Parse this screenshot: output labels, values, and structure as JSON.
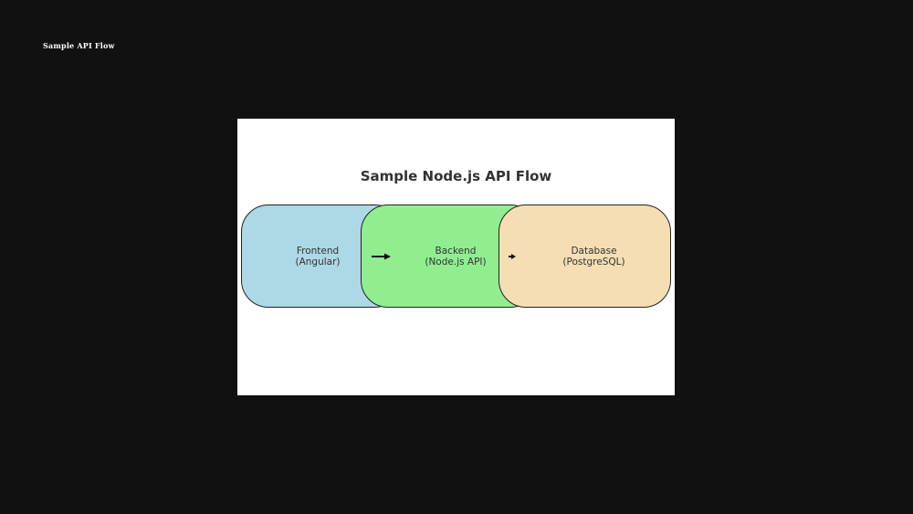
{
  "slide": {
    "title": "Sample API Flow"
  },
  "diagram": {
    "title": "Sample Node.js API Flow",
    "nodes": [
      {
        "id": "frontend",
        "line1": "Frontend",
        "line2": "(Angular)",
        "color": "#add8e6"
      },
      {
        "id": "backend",
        "line1": "Backend",
        "line2": "(Node.js API)",
        "color": "#90ee90"
      },
      {
        "id": "database",
        "line1": "Database",
        "line2": "(PostgreSQL)",
        "color": "#f5deb3"
      }
    ],
    "edges": [
      {
        "from": "frontend",
        "to": "backend"
      },
      {
        "from": "backend",
        "to": "database"
      }
    ]
  }
}
